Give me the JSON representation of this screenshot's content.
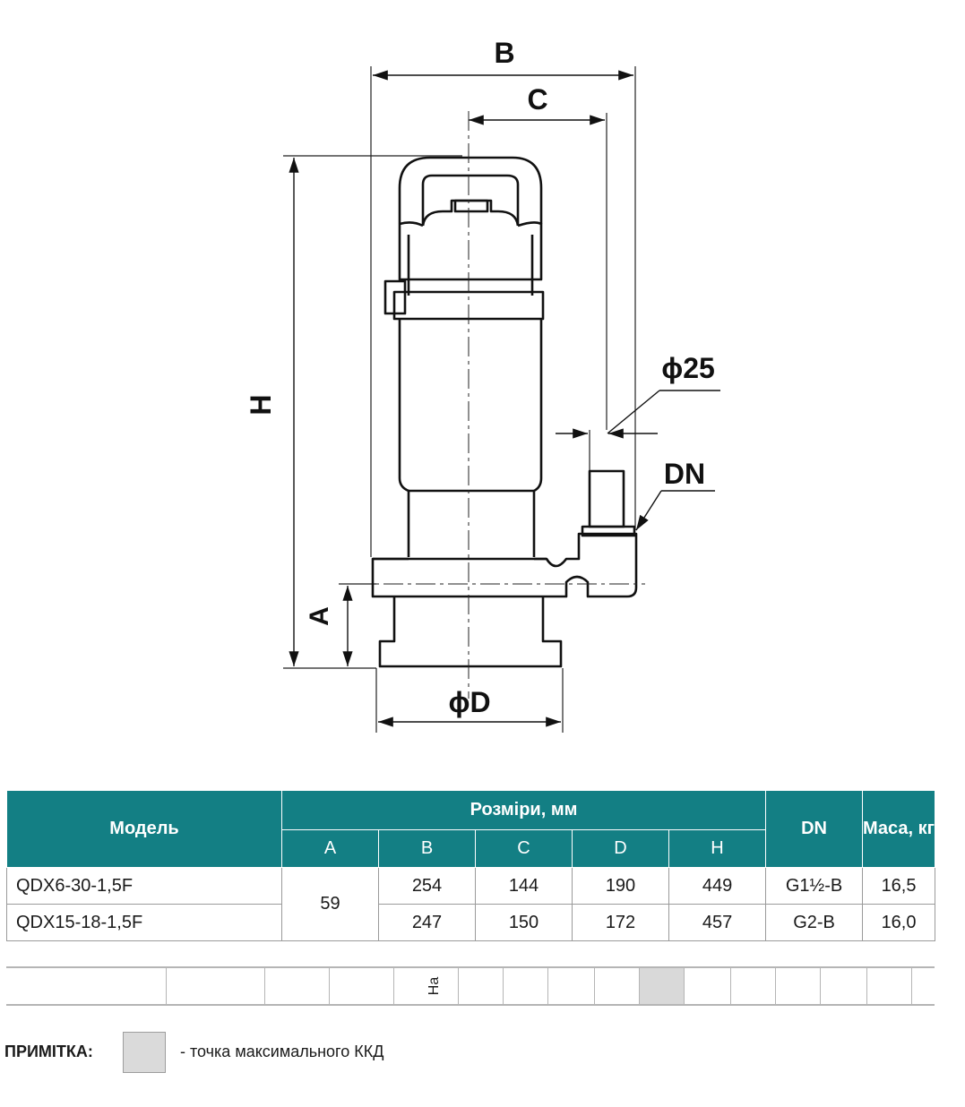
{
  "drawing": {
    "labels": {
      "B": "B",
      "C": "C",
      "H": "H",
      "A": "A",
      "D": "ϕD",
      "d25": "ϕ25",
      "DN": "DN"
    }
  },
  "table": {
    "model_header": "Модель",
    "dims_header": "Розміри, мм",
    "dn_header": "DN",
    "mass_header": "Маса, кг",
    "sub_headers": [
      "A",
      "B",
      "C",
      "D",
      "H"
    ],
    "shared_a": "59",
    "rows": [
      {
        "model": "QDX6-30-1,5F",
        "B": "254",
        "C": "144",
        "D": "190",
        "H": "449",
        "DN": "G1½-B",
        "mass": "16,5"
      },
      {
        "model": "QDX15-18-1,5F",
        "B": "247",
        "C": "150",
        "D": "172",
        "H": "457",
        "DN": "G2-B",
        "mass": "16,0"
      }
    ]
  },
  "strip": {
    "label": "На"
  },
  "note": {
    "label": "ПРИМІТКА:",
    "text": "- точка максимального ККД"
  }
}
